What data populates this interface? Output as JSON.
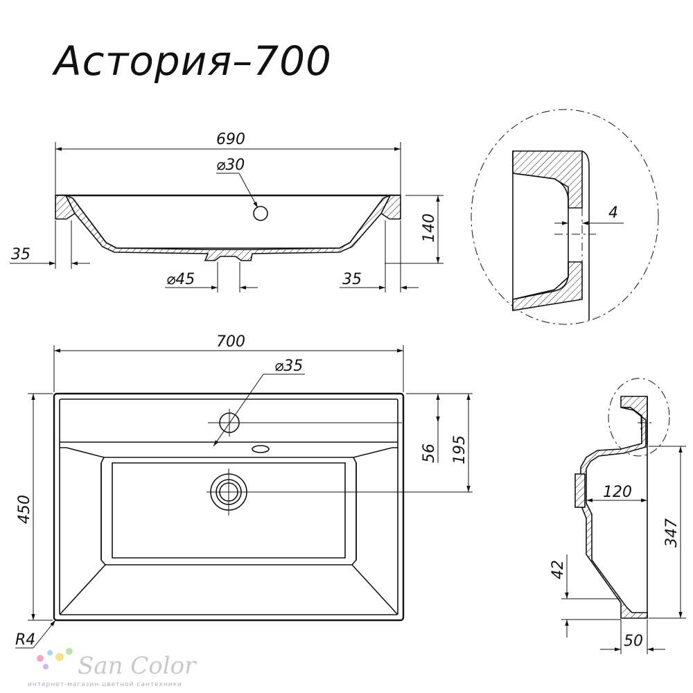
{
  "title": "Астория–700",
  "dimensions": {
    "top_width": "690",
    "drain_hole": "⌀30",
    "height": "140",
    "left_offset": "35",
    "right_offset": "35",
    "outlet": "⌀45",
    "detail_thickness": "4",
    "plan_width": "700",
    "tap_hole": "⌀35",
    "plan_depth": "450",
    "tap_offset": "56",
    "drain_offset": "195",
    "radius": "R4",
    "side_depth": "120",
    "side_height": "347",
    "side_small": "42",
    "side_base": "50"
  },
  "brand": {
    "name": "San Color",
    "tagline": "интернет-магазин цветной сантехники"
  },
  "icons": {
    "logo_dots": [
      "#f6a6c8",
      "#a8d8f0",
      "#f9e08a",
      "#b9e6a6",
      "#d3b6ef"
    ]
  }
}
